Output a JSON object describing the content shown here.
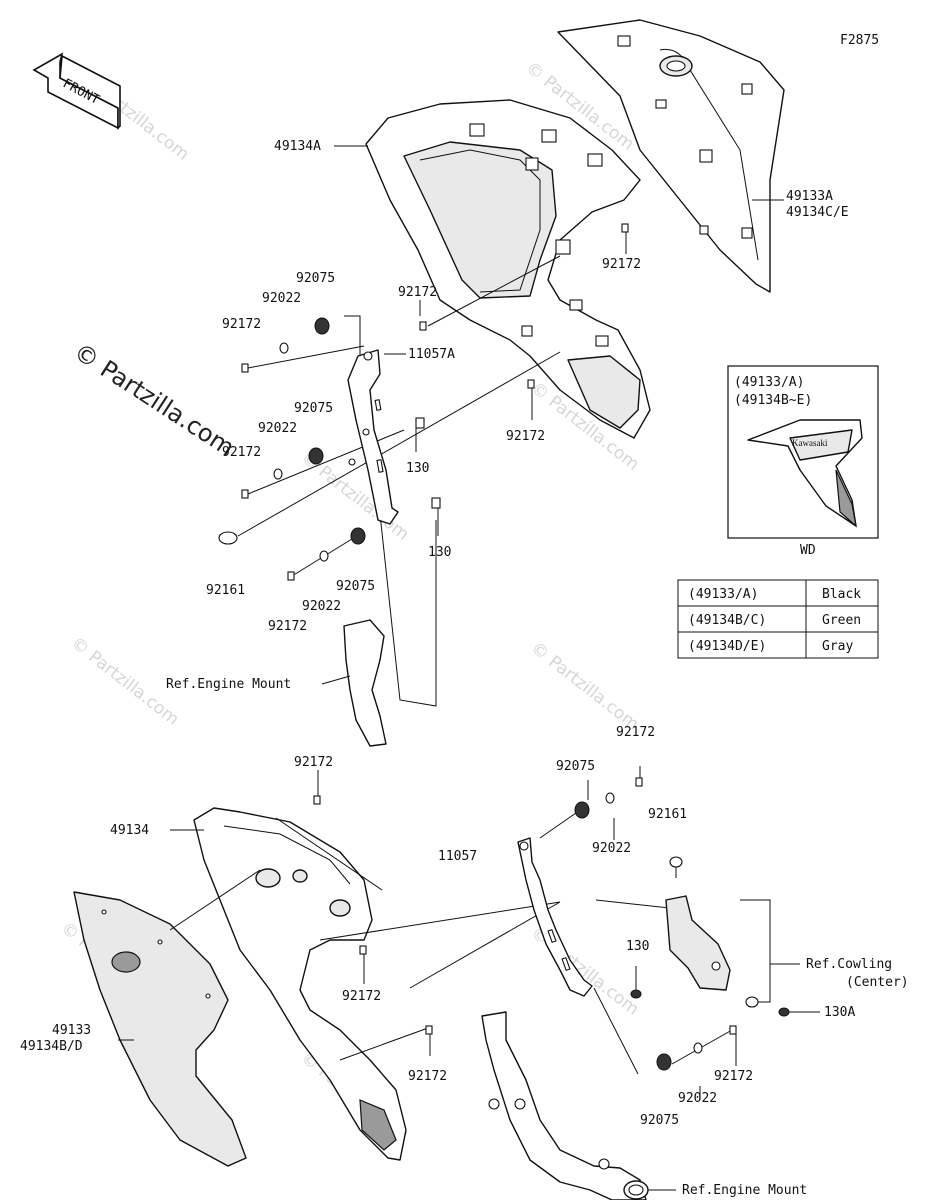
{
  "diagram_code": "F2875",
  "front_label": "FRONT",
  "watermarks": [
    "© Partzilla.com",
    "© Partzilla.com",
    "© Partzilla.com",
    "© Partzilla.com",
    "© Partzilla.com",
    "© Partzilla.com",
    "© Partzilla.com",
    "© Partzilla.com",
    "© Partzilla.com"
  ],
  "main_watermark": "© Partzilla.com",
  "callouts": {
    "c49134A": "49134A",
    "c49133A": "49133A",
    "c49134CE": "49134C/E",
    "c92172_tr": "92172",
    "c92172_mid": "92172",
    "c92172_mid2": "92172",
    "c92075_a": "92075",
    "c92022_a": "92022",
    "c92172_a": "92172",
    "c11057A": "11057A",
    "c92075_b": "92075",
    "c92022_b": "92022",
    "c92172_b": "92172",
    "c130_a": "130",
    "c130_b": "130",
    "c92161_a": "92161",
    "c92172_c": "92172",
    "c92022_c": "92022",
    "c92075_c": "92075",
    "c_ref_engine_1": "Ref.Engine Mount",
    "c92172_d": "92172",
    "c49134": "49134",
    "c49133": "49133",
    "c49134BD": "49134B/D",
    "c92172_e": "92172",
    "c92172_f": "92172",
    "c92172_g": "92172",
    "c92075_d": "92075",
    "c92022_d": "92022",
    "c92161_b": "92161",
    "c11057": "11057",
    "c130_c": "130",
    "c_ref_cowl_1": "Ref.Cowling",
    "c_ref_cowl_2": "(Center)",
    "c130A": "130A",
    "c92172_h": "92172",
    "c92022_e": "92022",
    "c92075_e": "92075",
    "c_ref_engine_2": "Ref.Engine Mount"
  },
  "inset": {
    "line1": "(49133/A)",
    "line2": "(49134B~E)",
    "caption": "WD"
  },
  "color_table": {
    "rows": [
      {
        "code": "(49133/A)",
        "color": "Black"
      },
      {
        "code": "(49134B/C)",
        "color": "Green"
      },
      {
        "code": "(49134D/E)",
        "color": "Gray"
      }
    ]
  }
}
